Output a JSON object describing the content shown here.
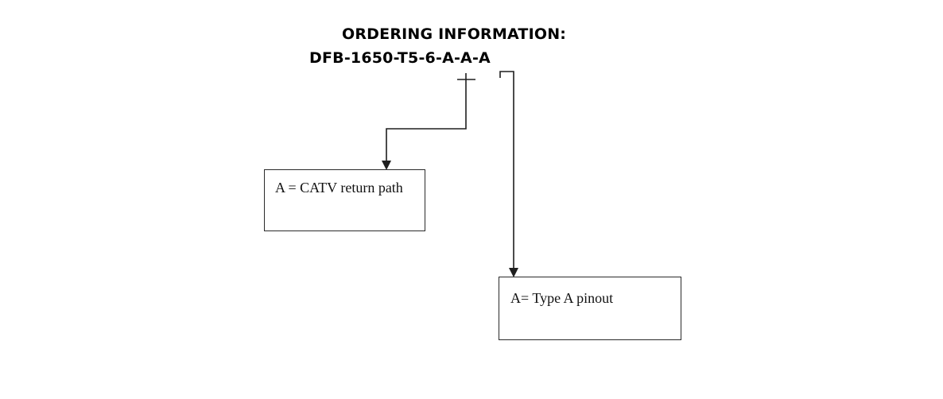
{
  "diagram": {
    "title": "ORDERING INFORMATION:",
    "part_number": "DFB-1650-T5-6-A-A-A",
    "boxes": [
      {
        "id": "catv-return-path",
        "label": "A = CATV return path"
      },
      {
        "id": "type-a-pinout",
        "label": "A= Type A pinout"
      }
    ],
    "colors": {
      "line": "#1f1f1f",
      "text": "#000000",
      "background": "#ffffff"
    }
  }
}
